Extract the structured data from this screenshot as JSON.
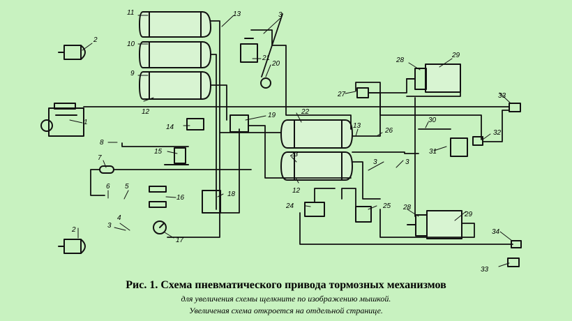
{
  "caption": {
    "title": "Рис. 1. Схема пневматического привода тормозных механизмов",
    "line1": "для увеличения схемы щелкните по изображению мышкой.",
    "line2": "Увеличеная схема откроется на отдельной странице."
  },
  "labels": {
    "l1": "1",
    "l2a": "2",
    "l2b": "2",
    "l3a": "3",
    "l3b": "3",
    "l3c": "3",
    "l3d": "3",
    "l4": "4",
    "l5": "5",
    "l6": "6",
    "l7": "7",
    "l8": "8",
    "l9": "9",
    "l10": "10",
    "l11": "11",
    "l12a": "12",
    "l12b": "12",
    "l13a": "13",
    "l13b": "13",
    "l14": "14",
    "l15": "15",
    "l16": "16",
    "l17": "17",
    "l18": "18",
    "l19": "19",
    "l20": "20",
    "l21": "21",
    "l22": "22",
    "l23": "23",
    "l24": "24",
    "l25": "25",
    "l26": "26",
    "l27": "27",
    "l28a": "28",
    "l28b": "28",
    "l29a": "29",
    "l29b": "29",
    "l30": "30",
    "l31": "31",
    "l32": "32",
    "l33a": "33",
    "l33b": "33",
    "l34": "34"
  }
}
